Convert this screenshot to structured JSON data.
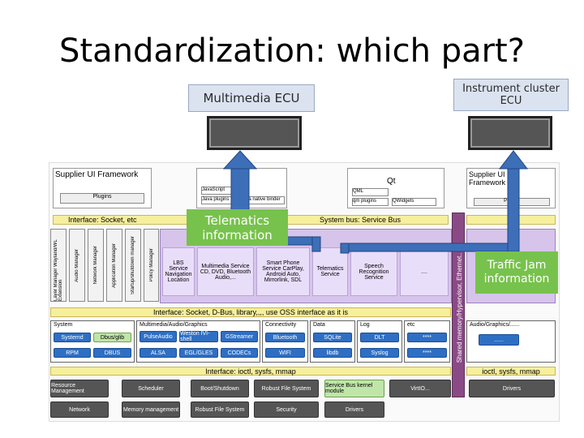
{
  "title": "Standardization: which part?",
  "ecus": {
    "multimedia": "Multimedia ECU",
    "instrument": "Instrument cluster ECU"
  },
  "callouts": {
    "telematics": "Telematics information",
    "traffic": "Traffic Jam information"
  },
  "top_frameworks": {
    "supplier_ui_1": "Supplier UI Framework",
    "plugins_1": "Plugins",
    "javascript": "JavaScript",
    "java_plugins": "Java plugins",
    "java_native": "Java native binder",
    "qt": "Qt",
    "qml": "QML",
    "qm_plugins": "qm plugins",
    "qt_widgets": "QWidgets",
    "supplier_ui_2": "Supplier UI Framework",
    "plugins_2": "Plugins"
  },
  "interface_socket": "Interface: Socket, etc",
  "system_bus": "System bus: Service Bus",
  "hypervisor": "Shared memory/Hypervisor, Ethernet...",
  "managers": [
    "Layer Manager Wayland/WL Extension",
    "Audio Manager",
    "Network Manager",
    "Application Manager",
    "Startup/shutdown manager",
    "Policy Manager"
  ],
  "services": [
    "LBS Service Navigation Location",
    "Multimedia Service CD, DVD, Bluetooth Audio,...",
    "Smart Phone Service CarPlay, Android Auto, Mirrorlink, SDL",
    "Telematics Service",
    "Speech Recognition Service",
    "...."
  ],
  "interface_dbus": "Interface: Socket, D-Bus, library,,,, use OSS interface as it is",
  "sections": {
    "system": "System",
    "multimedia": "Multimedia/Audio/Graphics",
    "connectivity": "Connectivity",
    "data": "Data",
    "log": "Log",
    "etc": "etc",
    "audio_right": "Audio/Graphics/......",
    "dots": "......"
  },
  "oss": {
    "system": [
      "Systemd",
      "Dbus/glib",
      "RPM",
      "DBUS"
    ],
    "multimedia": [
      "PulseAudio",
      "Weston IVI-shell",
      "GStreamer",
      "ALSA",
      "EGL/GLES",
      "CODECs"
    ],
    "connectivity": [
      "Bluetooth",
      "WIFI"
    ],
    "data": [
      "SQLite",
      "libdb"
    ],
    "log": [
      "DLT",
      "Syslog"
    ],
    "etc": [
      "****",
      "****"
    ]
  },
  "interface_ioctl": "Interface: ioctl, sysfs, mmap",
  "interface_ioctl_right": "ioctl, sysfs, mmap",
  "kernel_row1": [
    "Resource Management",
    "Scheduler",
    "Boot/Shutdown",
    "Robust File System",
    "Service Bus kernel module",
    "VirtIO...",
    "Drivers"
  ],
  "kernel_row2": [
    "Network",
    "Memory management",
    "Robust File System",
    "Security",
    "Drivers"
  ]
}
